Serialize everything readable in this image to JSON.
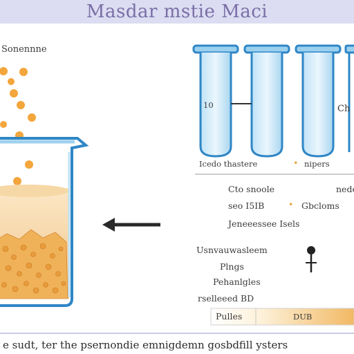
{
  "title": "Masdar mstie Maci",
  "beaker_label": "Sonennne",
  "tubes": {
    "tube_left_label": "10",
    "right_side_label": "Ch",
    "caption_left": "Icedo thastere",
    "caption_right": "nipers"
  },
  "middle_labels": {
    "row1_left": "Cto snoole",
    "row1_right": "nedo",
    "row2_left": "seo I5IB",
    "row2_right": "Gbcloms",
    "row3": "Jeneeessee Isels"
  },
  "lower_labels": {
    "line1": "Usnvauwasleem",
    "line2": "Plngs",
    "line3": "Pehanlgles",
    "line4": "rselleeed BD",
    "bar_label_left": "Pulles",
    "bar_label_right": "DUB"
  },
  "bottom_caption": "e sudt, ter the psernondie emnigdemn gosbdfill ysters",
  "colors": {
    "title_bg": "#dcdcf2",
    "title_text": "#7a6fa6",
    "glass": "#3a8fc9",
    "liquid": "#f1c98a",
    "bubble": "#f0a33a",
    "crystal": "#e89b3a"
  }
}
